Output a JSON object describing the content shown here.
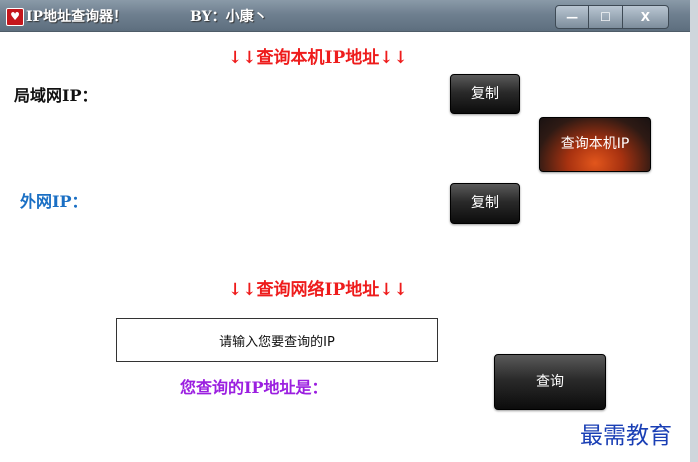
{
  "window": {
    "title": "IP地址查询器！",
    "author": "BY：小康丶",
    "controls": {
      "minimize": "—",
      "maximize": "☐",
      "close": "X"
    }
  },
  "local_section": {
    "heading": "↓↓查询本机IP地址↓↓",
    "lan_label": "局域网IP：",
    "wan_label": "外网IP：",
    "copy_label": "复制",
    "query_local_label": "查询本机IP"
  },
  "network_section": {
    "heading": "↓↓查询网络IP地址↓↓",
    "input_value": "请输入您要查询的IP",
    "result_label": "您查询的IP地址是：",
    "query_label": "查询"
  },
  "watermark": "最需教育",
  "colors": {
    "heading": "#ee1c1c",
    "lan_label": "#111111",
    "wan_label": "#1a6fc4",
    "result_label": "#9b1fe0",
    "watermark": "#1a3fb5"
  },
  "icons": {
    "app_icon": "heart-icon"
  }
}
